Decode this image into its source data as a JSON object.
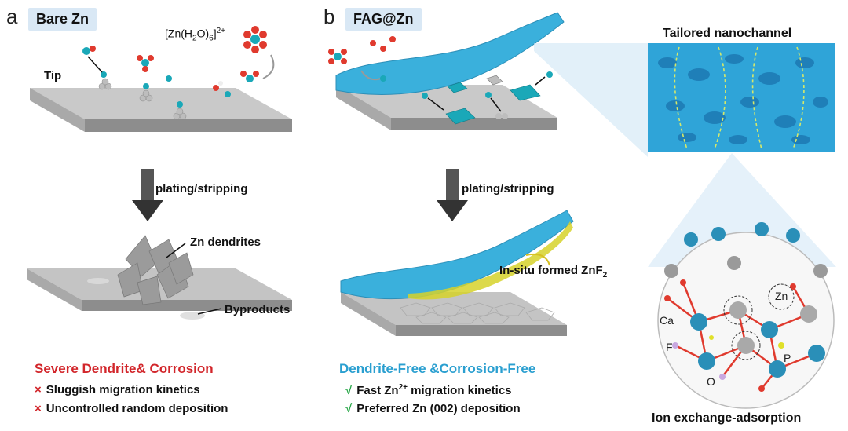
{
  "panel_a": {
    "letter": "a",
    "title": "Bare Zn",
    "tip_label": "Tip",
    "complex_prefix": "[Zn(H",
    "complex_sub1": "2",
    "complex_mid": "O)",
    "complex_sub2": "6",
    "complex_suffix": "]",
    "complex_sup": "2+",
    "process_label": "plating/stripping",
    "dendrites_label": "Zn dendrites",
    "byproducts_label": "Byproducts",
    "summary_title": "Severe Dendrite& Corrosion",
    "bullets": [
      {
        "mark": "×",
        "text": "Sluggish migration kinetics"
      },
      {
        "mark": "×",
        "text": "Uncontrolled random deposition"
      }
    ]
  },
  "panel_b": {
    "letter": "b",
    "title": "FAG@Zn",
    "process_label": "plating/stripping",
    "znf2_prefix": "In-situ formed ZnF",
    "znf2_sub": "2",
    "summary_title": "Dendrite-Free &Corrosion-Free",
    "bullet1_mark": "√",
    "bullet1_pre": "Fast Zn",
    "bullet1_sup": "2+",
    "bullet1_post": " migration kinetics",
    "bullet2_mark": "√",
    "bullet2_text": "Preferred Zn (002) deposition"
  },
  "panel_c": {
    "nanochannel_label": "Tailored nanochannel",
    "ion_exchange_label": "Ion exchange-adsorption",
    "atom_labels": {
      "zn": "Zn",
      "ca": "Ca",
      "f": "F",
      "p": "P",
      "o": "O"
    }
  },
  "colors": {
    "red": "#d2262b",
    "blue": "#2a9fd0",
    "teal": "#1aa8b8",
    "slab": "#9a9a9a",
    "film": "#3ab0dc",
    "title_bg": "#d9e8f5"
  }
}
